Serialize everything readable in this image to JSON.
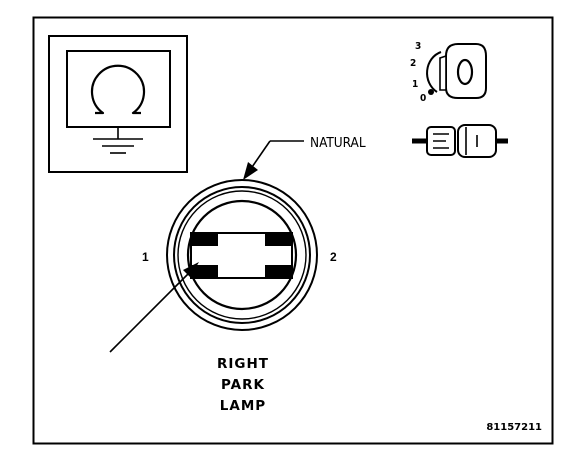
{
  "diagram": {
    "callout_label": "NATURAL",
    "terminal_left": "1",
    "terminal_right": "2",
    "component_label_lines": [
      "RIGHT",
      "PARK",
      "LAMP"
    ],
    "figure_code": "81157211",
    "key_positions": [
      "3",
      "2",
      "1",
      "0"
    ]
  },
  "icons": {
    "ground_symbol": "ground-omega-icon",
    "ignition_key": "ignition-key-icon",
    "connector": "connector-plug-icon"
  },
  "colors": {
    "ink": "#000000",
    "paper": "#ffffff"
  }
}
